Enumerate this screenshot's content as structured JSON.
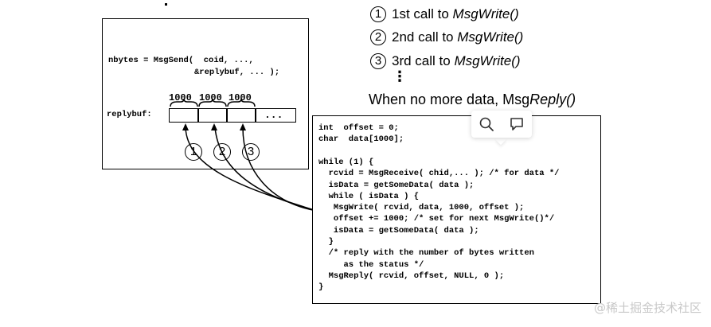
{
  "left_panel": {
    "send_line1": "nbytes = MsgSend(  coid, ...,",
    "send_line2": "&replybuf, ... );",
    "replybuf_label": "replybuf:",
    "buffer_sizes": [
      "1000",
      "1000",
      "1000"
    ],
    "buffer_ellipsis": "...",
    "call_numbers": [
      "1",
      "2",
      "3"
    ]
  },
  "legend": {
    "items": [
      {
        "num": "1",
        "prefix": "1st call to ",
        "func": "MsgWrite()"
      },
      {
        "num": "2",
        "prefix": "2nd call to ",
        "func": "MsgWrite()"
      },
      {
        "num": "3",
        "prefix": "3rd call to ",
        "func": "MsgWrite()"
      }
    ],
    "vdots": "⋮",
    "final_prefix": "When no more data, Msg",
    "final_func": "Reply()"
  },
  "code": [
    "int  offset = 0;",
    "char  data[1000];",
    "",
    "while (1) {",
    "  rcvid = MsgReceive( chid,... ); /* for data */",
    "  isData = getSomeData( data );",
    "  while ( isData ) {",
    "   MsgWrite( rcvid, data, 1000, offset );",
    "   offset += 1000; /* set for next MsgWrite()*/",
    "   isData = getSomeData( data );",
    "  }",
    "  /* reply with the number of bytes written",
    "     as the status */",
    "  MsgReply( rcvid, offset, NULL, 0 );",
    "}"
  ],
  "popup": {
    "icons": [
      "search-icon",
      "comment-icon"
    ]
  },
  "watermark": "@稀土掘金技术社区"
}
